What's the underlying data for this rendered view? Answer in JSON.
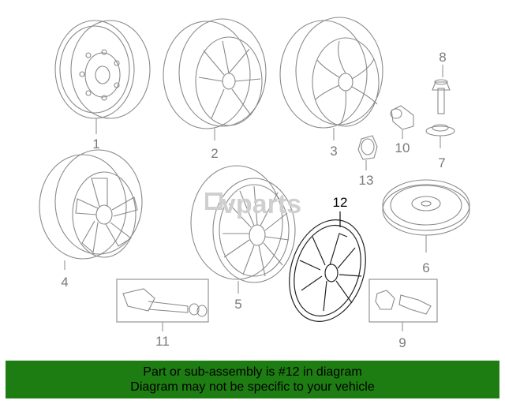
{
  "parts": [
    {
      "num": "1"
    },
    {
      "num": "2"
    },
    {
      "num": "3"
    },
    {
      "num": "4"
    },
    {
      "num": "5"
    },
    {
      "num": "6"
    },
    {
      "num": "7"
    },
    {
      "num": "8"
    },
    {
      "num": "9"
    },
    {
      "num": "10"
    },
    {
      "num": "11"
    },
    {
      "num": "12"
    },
    {
      "num": "13"
    }
  ],
  "highlighted_part": "12",
  "watermark": "vparts",
  "banner": {
    "line1": "Part or sub-assembly is #12 in diagram",
    "line2": "Diagram may not be specific to your vehicle"
  },
  "colors": {
    "banner_bg": "#1e7d12",
    "line_art": "#8a8a8a",
    "highlight": "#000000"
  }
}
